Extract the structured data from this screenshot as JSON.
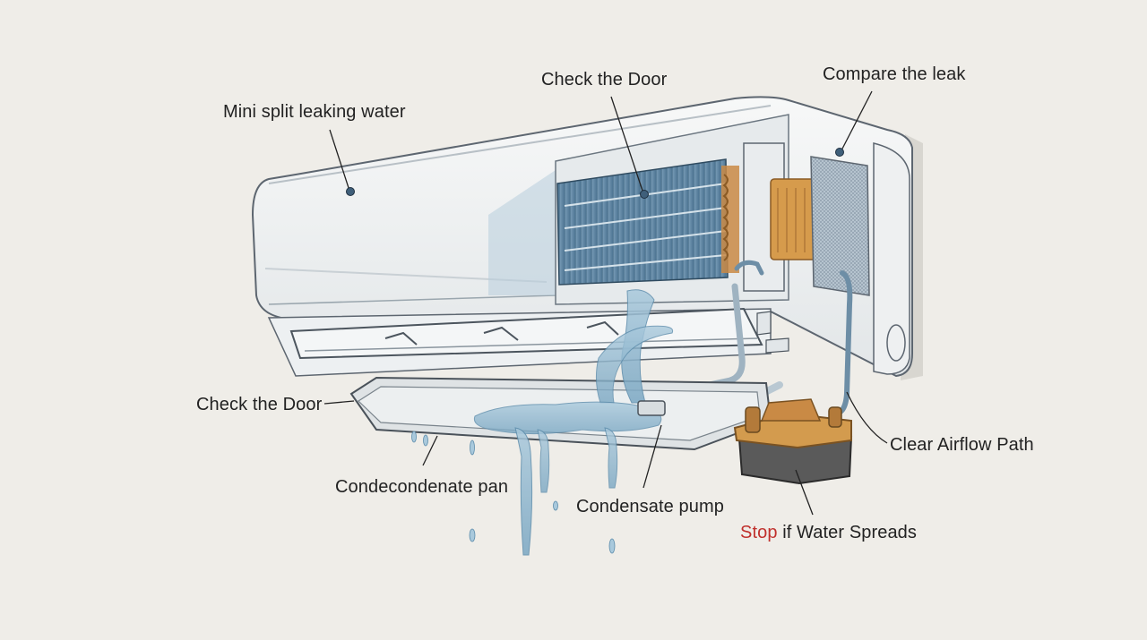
{
  "colors": {
    "background": "#efede8",
    "ink": "#222222",
    "water": "#8fb7cf",
    "coil": "#5f87a6",
    "copper": "#c98a45",
    "pump_body": "#555555",
    "pump_lid": "#c98f45",
    "stop": "#c0302c"
  },
  "labels": {
    "mini_split": "Mini split leaking water",
    "check_door_top": "Check the Door",
    "compare_leak": "Compare the leak",
    "check_door_left": "Check the Door",
    "clear_airflow": "Clear Airflow Path",
    "condensate_pan": "Condecondenate pan",
    "condensate_pump": "Condensate pump",
    "stop_word": "Stop",
    "stop_rest": " if Water Spreads"
  }
}
